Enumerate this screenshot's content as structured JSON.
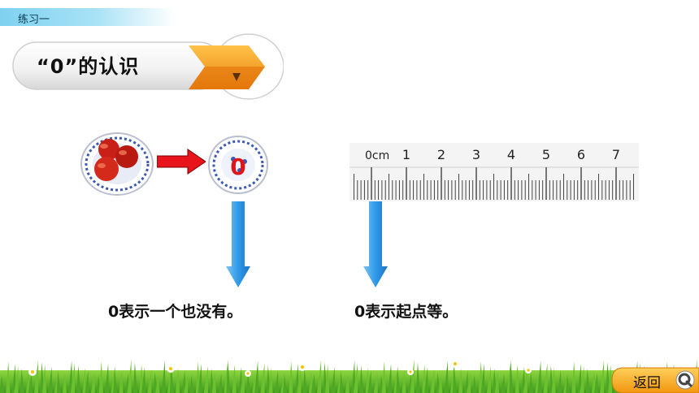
{
  "header": {
    "section": "练习一"
  },
  "title": "“0”的认识",
  "illustration": {
    "plate_digit": "0"
  },
  "ruler": {
    "unit": "cm",
    "labels": [
      "0cm",
      "1",
      "2",
      "3",
      "4",
      "5",
      "6",
      "7"
    ]
  },
  "captions": {
    "left": "0表示一个也没有。",
    "right": "0表示起点等。"
  },
  "nav": {
    "back_label": "返回"
  },
  "colors": {
    "tab": "#7fd1f0",
    "banner_orange": "#f39a1d",
    "arrow_red": "#e8141b",
    "arrow_blue": "#2f9ae8",
    "grass": "#5cb82a"
  }
}
